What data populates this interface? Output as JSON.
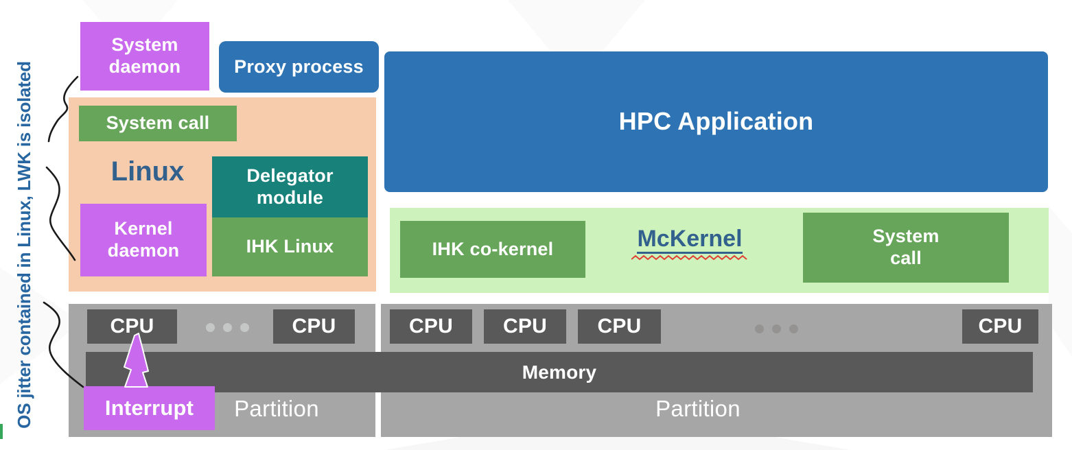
{
  "side_note": {
    "text": "OS jitter contained in Linux, LWK is isolated"
  },
  "colors": {
    "purple": "#C869EE",
    "blue": "#2E74B5",
    "peach": "#F6CCAC",
    "green": "#67A65A",
    "teal": "#17817A",
    "light_green": "#CDF2BC",
    "gray": "#A6A6A6",
    "dark_gray": "#595959",
    "navy": "#33618E",
    "note_blue": "#2766A0",
    "red_squiggle": "#E03C31",
    "dot_light": "#C5C7C6",
    "dot_dark": "#949392"
  },
  "linux_partition": {
    "system_daemon_label": "System\ndaemon",
    "proxy_process_label": "Proxy process",
    "linux_label": "Linux",
    "system_call_label": "System call",
    "delegator_module_label": "Delegator\nmodule",
    "ihk_linux_label": "IHK Linux",
    "kernel_daemon_label": "Kernel\ndaemon"
  },
  "mckernel_partition": {
    "hpc_application_label": "HPC Application",
    "ihk_co_kernel_label": "IHK co-kernel",
    "mckernel_label": "McKernel",
    "system_call_label": "System\ncall"
  },
  "hardware": {
    "memory_label": "Memory",
    "left_partition": {
      "cpus": [
        "CPU",
        "CPU"
      ],
      "partition_label": "Partition",
      "interrupt_label": "Interrupt"
    },
    "right_partition": {
      "cpus": [
        "CPU",
        "CPU",
        "CPU",
        "CPU"
      ],
      "partition_label": "Partition"
    }
  }
}
